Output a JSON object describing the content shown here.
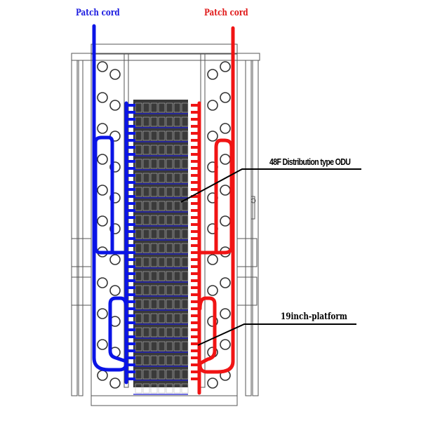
{
  "labels": {
    "patch_cord_left": "Patch cord",
    "patch_cord_right": "Patch cord",
    "odu": "48F Distribution type ODU",
    "platform": "19inch-platform"
  },
  "colors": {
    "left_cord": "#0a14e6",
    "right_cord": "#f01414",
    "label_left": "#1a1ae0",
    "label_right": "#e01a1a",
    "frame": "#555555"
  }
}
